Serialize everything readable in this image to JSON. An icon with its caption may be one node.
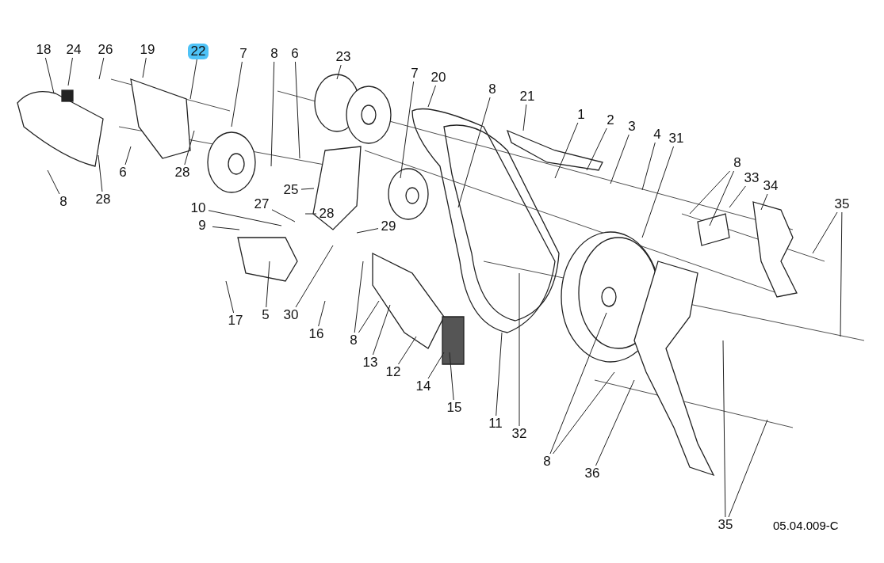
{
  "diagram": {
    "nodes": [
      {
        "text": [
          "18"
        ]
      },
      {
        "text": [
          "24"
        ]
      },
      {
        "text": [
          "26"
        ]
      },
      {
        "text": [
          "19"
        ]
      },
      {
        "text": [
          "22"
        ]
      },
      {
        "text": [
          "7"
        ]
      },
      {
        "text": [
          "8"
        ]
      },
      {
        "text": [
          "6"
        ]
      },
      {
        "text": [
          "23"
        ]
      },
      {
        "text": [
          "7"
        ]
      },
      {
        "text": [
          "20"
        ]
      },
      {
        "text": [
          "8"
        ]
      },
      {
        "text": [
          "21"
        ]
      },
      {
        "text": [
          "1"
        ]
      },
      {
        "text": [
          "2"
        ]
      },
      {
        "text": [
          "3"
        ]
      },
      {
        "text": [
          "4"
        ]
      },
      {
        "text": [
          "31"
        ]
      },
      {
        "text": [
          "8"
        ]
      },
      {
        "text": [
          "33"
        ]
      },
      {
        "text": [
          "34"
        ]
      },
      {
        "text": [
          "35"
        ]
      },
      {
        "text": [
          "6"
        ]
      },
      {
        "text": [
          "28"
        ]
      },
      {
        "text": [
          "8"
        ]
      },
      {
        "text": [
          "28"
        ]
      },
      {
        "text": [
          "25"
        ]
      },
      {
        "text": [
          "10"
        ]
      },
      {
        "text": [
          "27"
        ]
      },
      {
        "text": [
          "28"
        ]
      },
      {
        "text": [
          "29"
        ]
      },
      {
        "text": [
          "9"
        ]
      },
      {
        "text": [
          "5"
        ]
      },
      {
        "text": [
          "30"
        ]
      },
      {
        "text": [
          "17"
        ]
      },
      {
        "text": [
          "16"
        ]
      },
      {
        "text": [
          "8"
        ]
      },
      {
        "text": [
          "13"
        ]
      },
      {
        "text": [
          "12"
        ]
      },
      {
        "text": [
          "14"
        ]
      },
      {
        "text": [
          "15"
        ]
      },
      {
        "text": [
          "11"
        ]
      },
      {
        "text": [
          "32"
        ]
      },
      {
        "text": [
          "8"
        ]
      },
      {
        "text": [
          "36"
        ]
      },
      {
        "text": [
          "35"
        ]
      }
    ],
    "edges": [
      {
        "from": 0,
        "to": null,
        "arrow": "none"
      },
      {
        "from": 1,
        "to": null,
        "arrow": "none"
      },
      {
        "from": 2,
        "to": null,
        "arrow": "none"
      },
      {
        "from": 3,
        "to": null,
        "arrow": "none"
      },
      {
        "from": 4,
        "to": null,
        "arrow": "none"
      },
      {
        "from": 5,
        "to": null,
        "arrow": "none"
      },
      {
        "from": 6,
        "to": null,
        "arrow": "none"
      },
      {
        "from": 7,
        "to": null,
        "arrow": "none"
      },
      {
        "from": 8,
        "to": null,
        "arrow": "none"
      },
      {
        "from": 9,
        "to": null,
        "arrow": "none"
      },
      {
        "from": 10,
        "to": null,
        "arrow": "none"
      },
      {
        "from": 11,
        "to": null,
        "arrow": "none"
      },
      {
        "from": 12,
        "to": null,
        "arrow": "none"
      },
      {
        "from": 13,
        "to": null,
        "arrow": "none"
      },
      {
        "from": 14,
        "to": null,
        "arrow": "none"
      },
      {
        "from": 15,
        "to": null,
        "arrow": "none"
      },
      {
        "from": 16,
        "to": null,
        "arrow": "none"
      },
      {
        "from": 17,
        "to": null,
        "arrow": "none"
      },
      {
        "from": 18,
        "to": null,
        "arrow": "none"
      },
      {
        "from": 18,
        "to": null,
        "arrow": "none"
      },
      {
        "from": 19,
        "to": null,
        "arrow": "none"
      },
      {
        "from": 20,
        "to": null,
        "arrow": "none"
      },
      {
        "from": 21,
        "to": null,
        "arrow": "none"
      },
      {
        "from": 21,
        "to": null,
        "arrow": "none"
      },
      {
        "from": 22,
        "to": null,
        "arrow": "none"
      },
      {
        "from": 23,
        "to": null,
        "arrow": "none"
      },
      {
        "from": 24,
        "to": null,
        "arrow": "none"
      },
      {
        "from": 25,
        "to": null,
        "arrow": "none"
      },
      {
        "from": 26,
        "to": null,
        "arrow": "none"
      },
      {
        "from": 27,
        "to": null,
        "arrow": "none"
      },
      {
        "from": 28,
        "to": null,
        "arrow": "none"
      },
      {
        "from": 29,
        "to": null,
        "arrow": "none"
      },
      {
        "from": 30,
        "to": null,
        "arrow": "none"
      },
      {
        "from": 31,
        "to": null,
        "arrow": "none"
      },
      {
        "from": 32,
        "to": null,
        "arrow": "none"
      },
      {
        "from": 33,
        "to": null,
        "arrow": "none"
      },
      {
        "from": 34,
        "to": null,
        "arrow": "none"
      },
      {
        "from": 35,
        "to": null,
        "arrow": "none"
      },
      {
        "from": 36,
        "to": null,
        "arrow": "none"
      },
      {
        "from": 36,
        "to": null,
        "arrow": "none"
      },
      {
        "from": 37,
        "to": null,
        "arrow": "none"
      },
      {
        "from": 38,
        "to": null,
        "arrow": "none"
      },
      {
        "from": 39,
        "to": null,
        "arrow": "none"
      },
      {
        "from": 40,
        "to": null,
        "arrow": "none"
      },
      {
        "from": 41,
        "to": null,
        "arrow": "none"
      },
      {
        "from": 42,
        "to": null,
        "arrow": "none"
      },
      {
        "from": 43,
        "to": null,
        "arrow": "none"
      },
      {
        "from": 43,
        "to": null,
        "arrow": "none"
      },
      {
        "from": 44,
        "to": null,
        "arrow": "none"
      },
      {
        "from": 45,
        "to": null,
        "arrow": "none"
      },
      {
        "from": 45,
        "to": null,
        "arrow": "none"
      }
    ],
    "labels": [
      "05.04.009-C"
    ]
  }
}
